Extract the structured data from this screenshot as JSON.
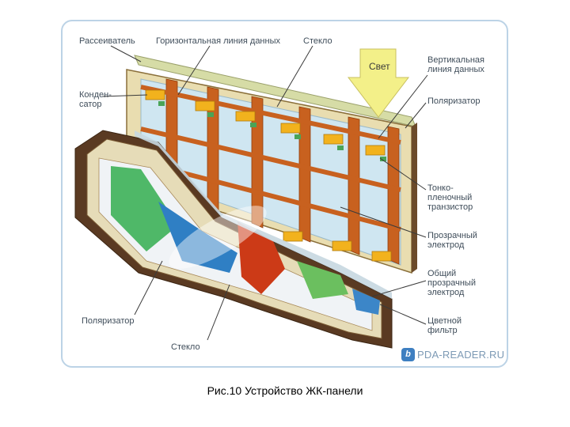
{
  "labels": {
    "diffuser": "Рассеиватель",
    "horizontal_line": "Горизонтальная линия данных",
    "glass_top": "Стекло",
    "light": "Свет",
    "vertical_line": "Вертикальная\nлиния данных",
    "capacitor": "Конден-\nсатор",
    "polarizer_top": "Поляризатор",
    "tft": "Тонко-\nпленочный\nтранзистор",
    "transparent_electrode": "Прозрачный\nэлектрод",
    "common_electrode": "Общий\nпрозрачный\nэлектрод",
    "polarizer_bottom": "Поляризатор",
    "color_filter": "Цветной\nфильтр",
    "glass_bottom": "Стекло"
  },
  "watermark": {
    "badge": "b",
    "text": "PDA-READER.RU"
  },
  "caption": "Рис.10 Устройство ЖК-панели",
  "colors": {
    "orange_line": "#c8611f",
    "glass": "#cfe6f1",
    "capacitor": "#f2b21d",
    "frame_border": "#bcd3e6",
    "light_arrow": "#f3f089",
    "filter_green": "#4fb868",
    "filter_blue": "#2f7fc4",
    "filter_red": "#cc3a17"
  }
}
